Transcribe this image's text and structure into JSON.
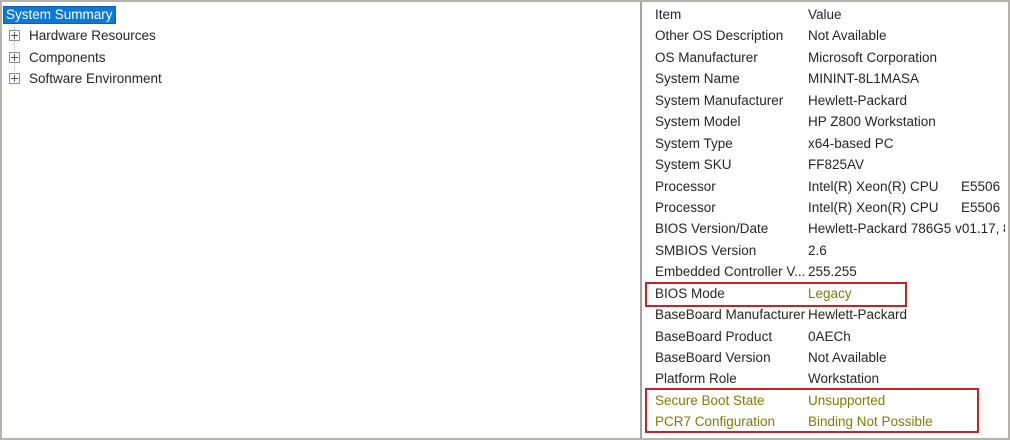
{
  "colors": {
    "selection_blue": "#0b79d7",
    "selection_border": "#1261ab",
    "highlight_olive": "#7f7d00",
    "annotation_red": "#cb2026",
    "frame_border": "#b4b4ac",
    "splitter_gray": "#a4a4a4",
    "text": "#262626"
  },
  "tree": {
    "items": [
      {
        "label": "System Summary",
        "selected": true,
        "expander": false
      },
      {
        "label": "Hardware Resources",
        "selected": false,
        "expander": true
      },
      {
        "label": "Components",
        "selected": false,
        "expander": true
      },
      {
        "label": "Software Environment",
        "selected": false,
        "expander": true
      }
    ],
    "expander_icon": "plus-box-icon"
  },
  "table": {
    "columns": [
      "Item",
      "Value"
    ],
    "rows": [
      {
        "item": "Other OS Description",
        "value": "Not Available",
        "highlight": null
      },
      {
        "item": "OS Manufacturer",
        "value": "Microsoft Corporation",
        "highlight": null
      },
      {
        "item": "System Name",
        "value": "MININT-8L1MASA",
        "highlight": null
      },
      {
        "item": "System Manufacturer",
        "value": "Hewlett-Packard",
        "highlight": null
      },
      {
        "item": "System Model",
        "value": "HP Z800 Workstation",
        "highlight": null
      },
      {
        "item": "System Type",
        "value": "x64-based PC",
        "highlight": null
      },
      {
        "item": "System SKU",
        "value": "FF825AV",
        "highlight": null
      },
      {
        "item": "Processor",
        "value": "Intel(R) Xeon(R) CPU      E5506",
        "highlight": null
      },
      {
        "item": "Processor",
        "value": "Intel(R) Xeon(R) CPU      E5506",
        "highlight": null
      },
      {
        "item": "BIOS Version/Date",
        "value": "Hewlett-Packard 786G5 v01.17, 8/",
        "highlight": null
      },
      {
        "item": "SMBIOS Version",
        "value": "2.6",
        "highlight": null
      },
      {
        "item": "Embedded Controller V...",
        "value": "255.255",
        "highlight": null
      },
      {
        "item": "BIOS Mode",
        "value": "Legacy",
        "highlight": "value"
      },
      {
        "item": "BaseBoard Manufacturer",
        "value": "Hewlett-Packard",
        "highlight": null
      },
      {
        "item": "BaseBoard Product",
        "value": "0AECh",
        "highlight": null
      },
      {
        "item": "BaseBoard Version",
        "value": "Not Available",
        "highlight": null
      },
      {
        "item": "Platform Role",
        "value": "Workstation",
        "highlight": null
      },
      {
        "item": "Secure Boot State",
        "value": "Unsupported",
        "highlight": "row"
      },
      {
        "item": "PCR7 Configuration",
        "value": "Binding Not Possible",
        "highlight": "row"
      }
    ]
  },
  "annotations": {
    "boxes": [
      {
        "name": "bios-mode-red-box"
      },
      {
        "name": "secure-boot-pcr7-red-box"
      }
    ]
  }
}
